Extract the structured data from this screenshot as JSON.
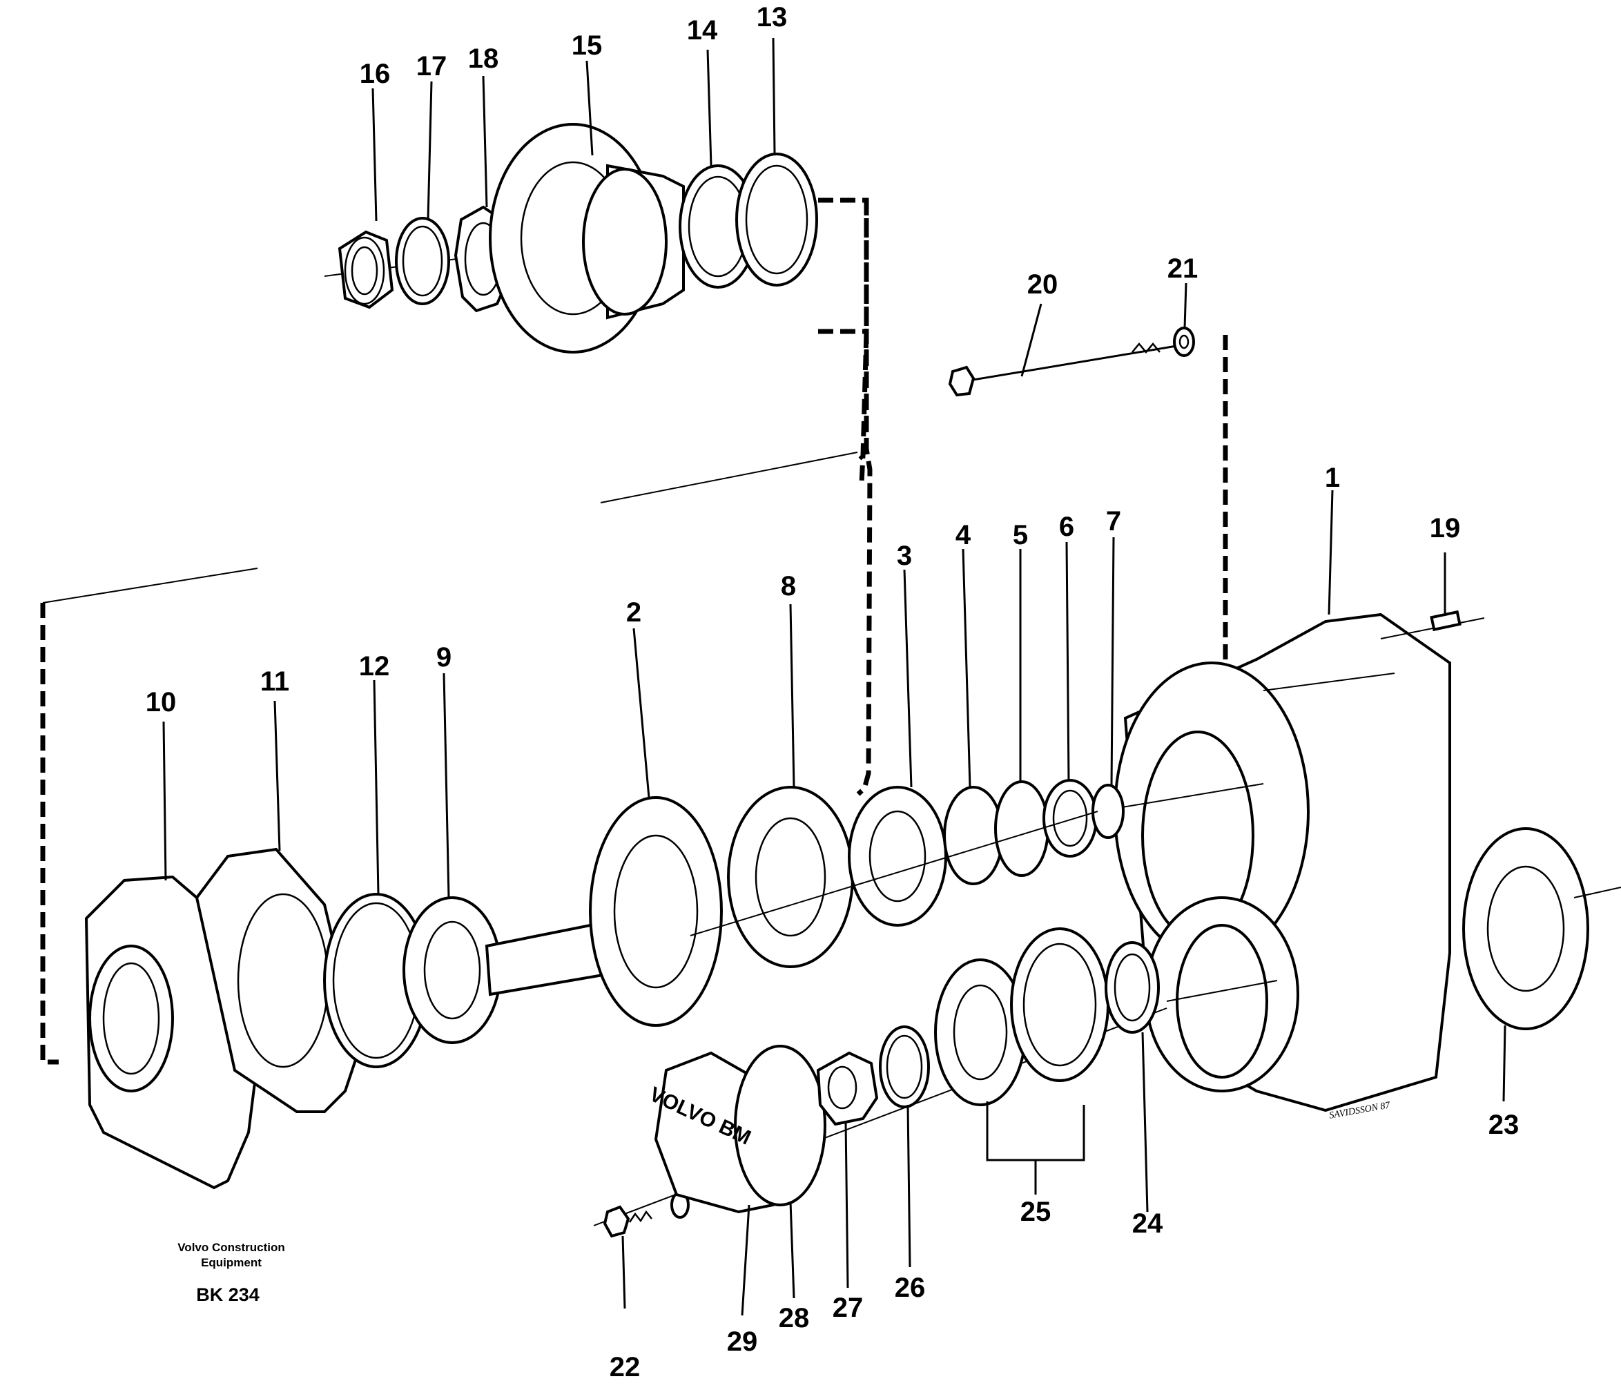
{
  "callouts": [
    "1",
    "2",
    "3",
    "4",
    "5",
    "6",
    "7",
    "8",
    "9",
    "10",
    "11",
    "12",
    "13",
    "14",
    "15",
    "16",
    "17",
    "18",
    "19",
    "20",
    "21",
    "22",
    "23",
    "24",
    "25",
    "26",
    "27",
    "28",
    "29"
  ],
  "footer": {
    "company_line1": "Volvo Construction",
    "company_line2": "Equipment",
    "code": "BK 234"
  },
  "cover_logo": "VOLVO BM",
  "artist_signature": "SAVIDSSON 87"
}
